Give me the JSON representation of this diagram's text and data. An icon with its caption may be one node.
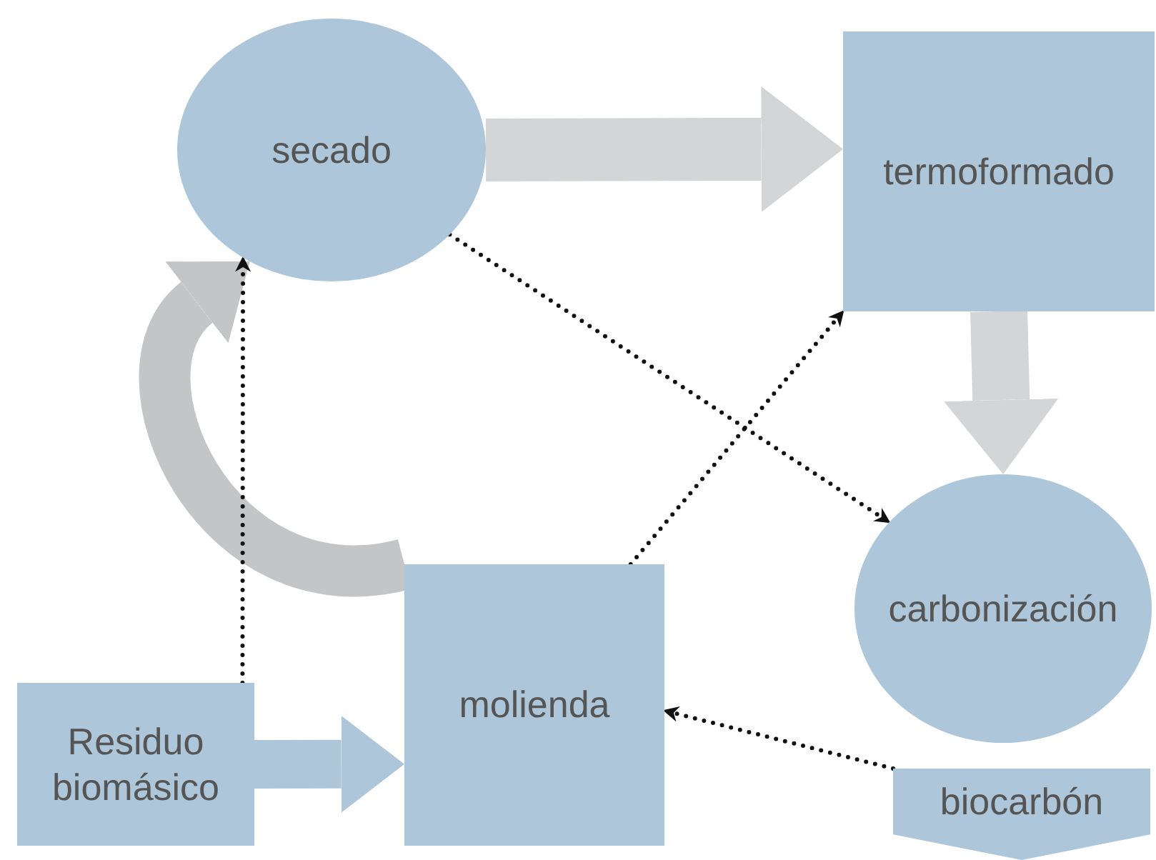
{
  "diagram": {
    "nodes": [
      {
        "text": [
          "secado"
        ]
      },
      {
        "text": [
          "termoformado"
        ]
      },
      {
        "text": [
          "carbonización"
        ]
      },
      {
        "text": [
          "Residuo biomásico"
        ]
      },
      {
        "text": [
          "molienda"
        ]
      },
      {
        "text": [
          "biocarbón"
        ]
      }
    ],
    "edges": [
      {
        "from": 0,
        "to": 1,
        "arrow": "to",
        "style": "thick",
        "color": "#d3d5d7"
      },
      {
        "from": 1,
        "to": 2,
        "arrow": "to",
        "style": "thick",
        "color": "#d3d5d7"
      },
      {
        "from": 3,
        "to": 4,
        "arrow": "to",
        "style": "thick",
        "color": "#aec6d9"
      },
      {
        "from": 4,
        "to": 0,
        "arrow": "to",
        "style": "thick",
        "color": "#c3c5c7"
      },
      {
        "from": 3,
        "to": 0,
        "arrow": "to",
        "style": "dashed"
      },
      {
        "from": 0,
        "to": 2,
        "arrow": "to",
        "style": "dashed"
      },
      {
        "from": 4,
        "to": 1,
        "arrow": "to",
        "style": "dashed"
      },
      {
        "from": 5,
        "to": 4,
        "arrow": "to",
        "style": "dashed"
      }
    ]
  }
}
